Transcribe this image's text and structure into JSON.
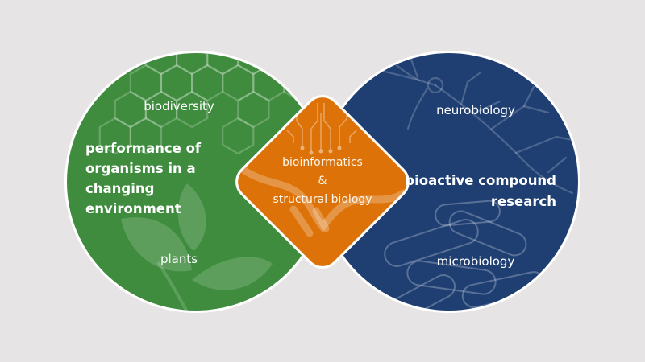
{
  "colors": {
    "background": "#e6e4e5",
    "left_circle": "#3f8c3e",
    "right_circle": "#1f3f73",
    "center": "#dc7208",
    "border": "#ffffff"
  },
  "left": {
    "icons": [
      "hexagon-pattern-icon",
      "leaf-icon"
    ],
    "topic_top": "biodiversity",
    "main_lines": [
      "performance of",
      "organisms in a",
      "changing",
      "environment"
    ],
    "topic_bottom": "plants"
  },
  "right": {
    "icons": [
      "neuron-icon",
      "bacteria-icon"
    ],
    "topic_top": "neurobiology",
    "main_lines": [
      "bioactive compound",
      "research"
    ],
    "topic_bottom": "microbiology"
  },
  "center": {
    "icons": [
      "circuit-icon",
      "dna-icon"
    ],
    "lines": [
      "bioinformatics",
      "&",
      "structural biology"
    ]
  }
}
